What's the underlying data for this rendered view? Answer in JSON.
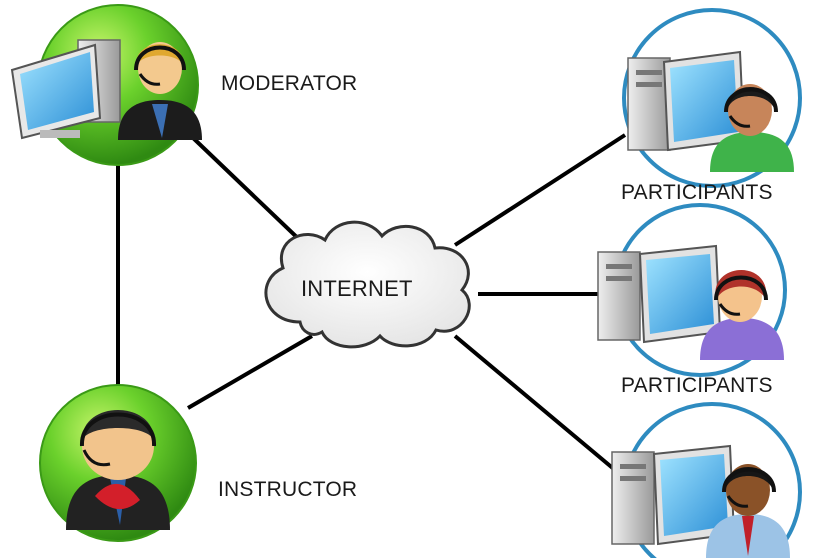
{
  "nodes": {
    "moderator": {
      "label": "MODERATOR",
      "role": "moderator"
    },
    "instructor": {
      "label": "INSTRUCTOR",
      "role": "instructor"
    },
    "internet": {
      "label": "INTERNET"
    },
    "participants": [
      {
        "label": "PARTICIPANTS"
      },
      {
        "label": "PARTICIPANTS"
      },
      {
        "label": ""
      }
    ]
  },
  "edges": [
    {
      "from": "moderator",
      "to": "internet"
    },
    {
      "from": "moderator",
      "to": "instructor"
    },
    {
      "from": "instructor",
      "to": "internet"
    },
    {
      "from": "internet",
      "to": "participant-1"
    },
    {
      "from": "internet",
      "to": "participant-2"
    },
    {
      "from": "internet",
      "to": "participant-3"
    }
  ],
  "colors": {
    "green_circle": "#5cc826",
    "blue_ring": "#2e8bc0",
    "line": "#000000"
  },
  "icons": {
    "moderator": "computer-with-headset-user-icon",
    "instructor": "headset-user-icon",
    "participant": "computer-with-headset-user-icon",
    "internet": "cloud-icon"
  }
}
